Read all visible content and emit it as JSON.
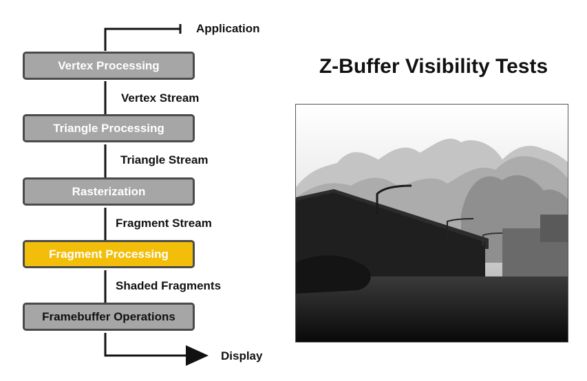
{
  "pipeline": {
    "input_label": "Application",
    "output_label": "Display",
    "stages": [
      {
        "label": "Vertex Processing",
        "highlighted": false
      },
      {
        "label": "Triangle Processing",
        "highlighted": false
      },
      {
        "label": "Rasterization",
        "highlighted": false
      },
      {
        "label": "Fragment Processing",
        "highlighted": true
      },
      {
        "label": "Framebuffer Operations",
        "highlighted": false
      }
    ],
    "streams": [
      "Vertex Stream",
      "Triangle Stream",
      "Fragment Stream",
      "Shaded Fragments"
    ]
  },
  "panel": {
    "title": "Z-Buffer Visibility Tests",
    "image_desc": "grayscale depth buffer of a jungle scene"
  },
  "colors": {
    "stage_fill": "#a6a6a6",
    "stage_border": "#4a4a4a",
    "highlight_fill": "#f2be0a",
    "line": "#111111"
  }
}
